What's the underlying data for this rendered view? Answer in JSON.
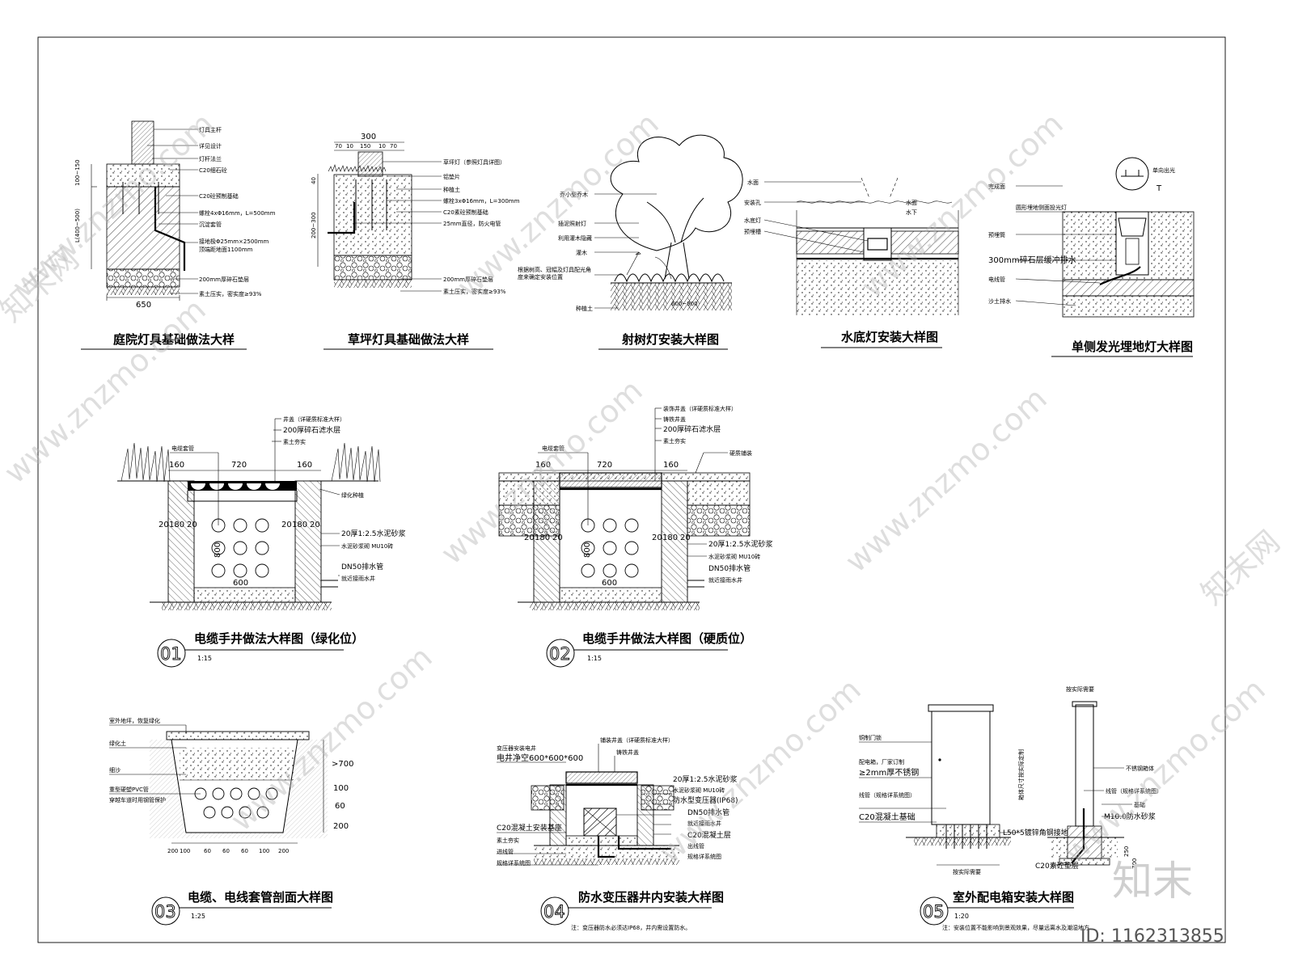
{
  "details": [
    {
      "title": "庭院灯具基础做法大样",
      "labels": [
        "灯具主杆",
        "详见设计",
        "灯杆法兰",
        "C20细石砼",
        "C20砼预制基础",
        "螺栓4xΦ16mm，L=500mm",
        "沉淀套管",
        "接地极Φ25mm×2500mm",
        "顶端距地面1100mm",
        "200mm厚碎石垫层",
        "素土压实，密实度≥93%"
      ],
      "dims": [
        "650",
        "100~150",
        "L(400~500)"
      ]
    },
    {
      "title": "草坪灯具基础做法大样",
      "labels": [
        "草坪灯（参照灯具详图）",
        "铝垫片",
        "种植土",
        "螺栓3xΦ16mm，L=300mm",
        "C20素砼预制基础",
        "25mm直径，防火电管",
        "200mm厚碎石垫层",
        "素土压实，密实度≥93%"
      ],
      "dims": [
        "300",
        "70",
        "10",
        "150",
        "10",
        "70",
        "40",
        "200~300"
      ]
    },
    {
      "title": "射树灯安装大样图",
      "labels": [
        "乔小型乔木",
        "插泥照射灯",
        "利用灌木隐藏",
        "灌木",
        "根据树高、冠幅及灯具配光角度来确定安装位置",
        "种植土"
      ],
      "dims": [
        "600~900"
      ]
    },
    {
      "title": "水底灯安装大样图",
      "labels": [
        "水面",
        "安装孔",
        "水底灯",
        "预埋槽",
        "水面",
        "水下"
      ]
    },
    {
      "title": "单侧发光埋地灯大样图",
      "labels": [
        "单向出光",
        "完成面",
        "圆形埋地侧面投光灯",
        "预埋筒",
        "300mm碎石层缓冲排水",
        "电线管",
        "沙土排水"
      ]
    },
    {
      "num": "01",
      "title": "电缆手井做法大样图（绿化位）",
      "scale": "1:15",
      "labels": [
        "井盖（详硬质标准大样）",
        "200厚碎石滤水层",
        "素土夯实",
        "电缆套管",
        "绿化种植",
        "20厚1:2.5水泥砂浆",
        "水泥砂浆砌 MU10砖",
        "DN50排水管",
        "就近接雨水井"
      ],
      "dims": [
        "160",
        "720",
        "160",
        "20",
        "180",
        "20",
        "20",
        "180",
        "20",
        "800",
        "600"
      ]
    },
    {
      "num": "02",
      "title": "电缆手井做法大样图（硬质位）",
      "scale": "1:15",
      "labels": [
        "装饰井盖（详硬质标准大样）",
        "铸铁井盖",
        "200厚碎石滤水层",
        "素土夯实",
        "电缆套管",
        "硬质铺装",
        "20厚1:2.5水泥砂浆",
        "水泥砂浆砌 MU10砖",
        "DN50排水管",
        "就近接雨水井"
      ],
      "dims": [
        "160",
        "720",
        "160",
        "20",
        "180",
        "20",
        "20",
        "180",
        "20",
        "800",
        "600"
      ]
    },
    {
      "num": "03",
      "title": "电缆、电线套管剖面大样图",
      "scale": "1:25",
      "labels": [
        "室外地坪，恢复绿化",
        "绿化土",
        "细沙",
        "重型硬塑PVC管",
        "穿越车道时用钢管保护"
      ],
      "dims": [
        ">700",
        "100",
        "60",
        "200",
        "200",
        "100",
        "60",
        "60",
        "60",
        "100",
        "200"
      ]
    },
    {
      "num": "04",
      "title": "防水变压器井内安装大样图",
      "scale": "",
      "labels": [
        "变压器安装电井",
        "电井净空600*600*600",
        "铺装井盖（详硬质标准大样）",
        "铸铁井盖",
        "20厚1:2.5水泥砂浆",
        "水泥砂浆砌 MU10砖",
        "防水型变压器(IP68)",
        "DN50排水管",
        "就近接雨水井",
        "C20混凝土层",
        "出线管",
        "规格详系统图",
        "C20混凝土安装基座",
        "素土夯实",
        "进线管",
        "规格详系统图"
      ],
      "note": "注：变压器防水必须达IP68，井内需设置防水。"
    },
    {
      "num": "05",
      "title": "室外配电箱安装大样图",
      "scale": "1:20",
      "labels": [
        "按实际需要",
        "铜制门锁",
        "配电箱，厂家订制",
        "≥2mm厚不锈钢",
        "线管（规格详系统图）",
        "C20混凝土基础",
        "L50*5镀锌角钢接地",
        "按实际需要",
        "不锈钢箱体",
        "线管（规格详系统图）",
        "基础",
        "M10.0防水砂浆",
        "C20素砼垫层",
        "箱体尺寸按实际定制"
      ],
      "dims": [
        "250",
        "700"
      ],
      "note": "注：安装位置不能影响到景观效果，尽量远离水及潮湿地方"
    }
  ],
  "watermark": {
    "site": "www.znzmo.com",
    "brand_cn": "知末网",
    "brand": "知末",
    "id": "ID: 1162313855"
  }
}
